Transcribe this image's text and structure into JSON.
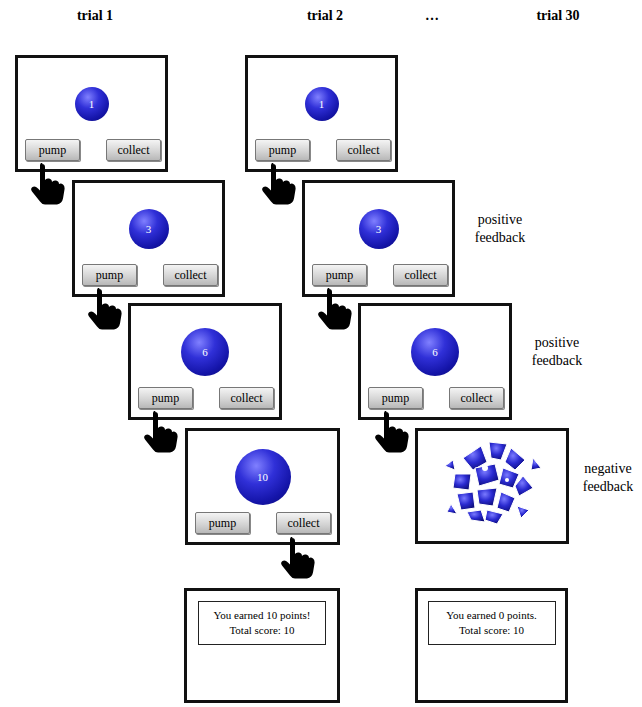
{
  "diagram": {
    "nodes": [
      {
        "text": []
      },
      {
        "text": [
          "1"
        ],
        "in": 0
      },
      {
        "text": [
          "pump"
        ],
        "in": 0
      },
      {
        "text": [
          "collect"
        ],
        "in": 0
      },
      {
        "text": []
      },
      {
        "text": [
          "3"
        ],
        "in": 4
      },
      {
        "text": [
          "pump"
        ],
        "in": 4
      },
      {
        "text": [
          "collect"
        ],
        "in": 4
      },
      {
        "text": []
      },
      {
        "text": [
          "6"
        ],
        "in": 8
      },
      {
        "text": [
          "pump"
        ],
        "in": 8
      },
      {
        "text": [
          "collect"
        ],
        "in": 8
      },
      {
        "text": []
      },
      {
        "text": [
          "10"
        ],
        "in": 12
      },
      {
        "text": [
          "pump"
        ],
        "in": 12
      },
      {
        "text": [
          "collect"
        ],
        "in": 12
      },
      {
        "text": []
      },
      {
        "text": [
          "You earned 10 points!",
          "Total score: 10"
        ],
        "in": 16
      },
      {
        "text": []
      },
      {
        "text": [
          "1"
        ],
        "in": 18
      },
      {
        "text": [
          "pump"
        ],
        "in": 18
      },
      {
        "text": [
          "collect"
        ],
        "in": 18
      },
      {
        "text": []
      },
      {
        "text": [
          "3"
        ],
        "in": 22
      },
      {
        "text": [
          "pump"
        ],
        "in": 22
      },
      {
        "text": [
          "collect"
        ],
        "in": 22
      },
      {
        "text": []
      },
      {
        "text": [
          "6"
        ],
        "in": 26
      },
      {
        "text": [
          "pump"
        ],
        "in": 26
      },
      {
        "text": [
          "collect"
        ],
        "in": 26
      },
      {
        "text": []
      },
      {
        "text": [
          "You earned 0 points.",
          "Total score: 10"
        ],
        "in": 30
      }
    ],
    "labels": [
      "trial 1",
      "trial 2",
      "…",
      "trial 30",
      "positive feedback",
      "positive feedback",
      "negative feedback"
    ]
  }
}
